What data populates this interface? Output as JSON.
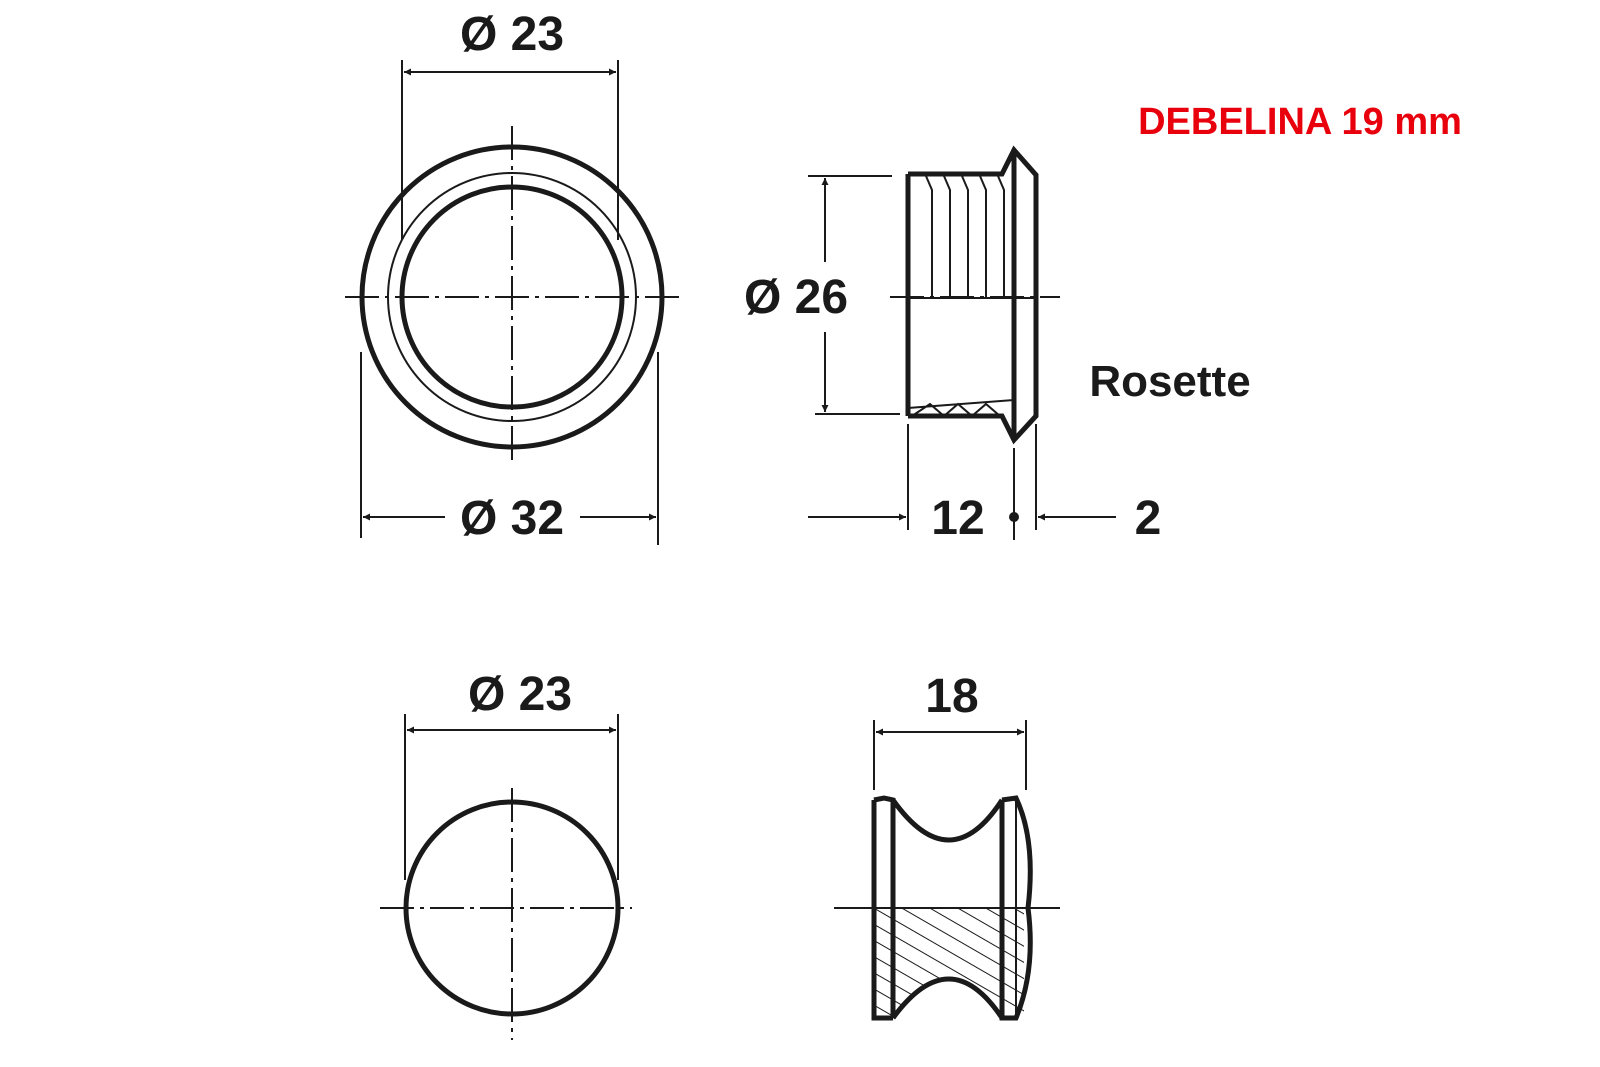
{
  "rosette_front": {
    "inner_diameter_label": "Ø 23",
    "outer_diameter_label": "Ø 32"
  },
  "rosette_side": {
    "diameter_label": "Ø 26",
    "length_label": "12",
    "flange_label": "2",
    "name_label": "Rosette"
  },
  "thickness_note": "DEBELINA 19 mm",
  "knob_front": {
    "diameter_label": "Ø 23"
  },
  "knob_side": {
    "length_label": "18"
  },
  "colors": {
    "line": "#1a1a1a",
    "note": "#e8000d"
  }
}
